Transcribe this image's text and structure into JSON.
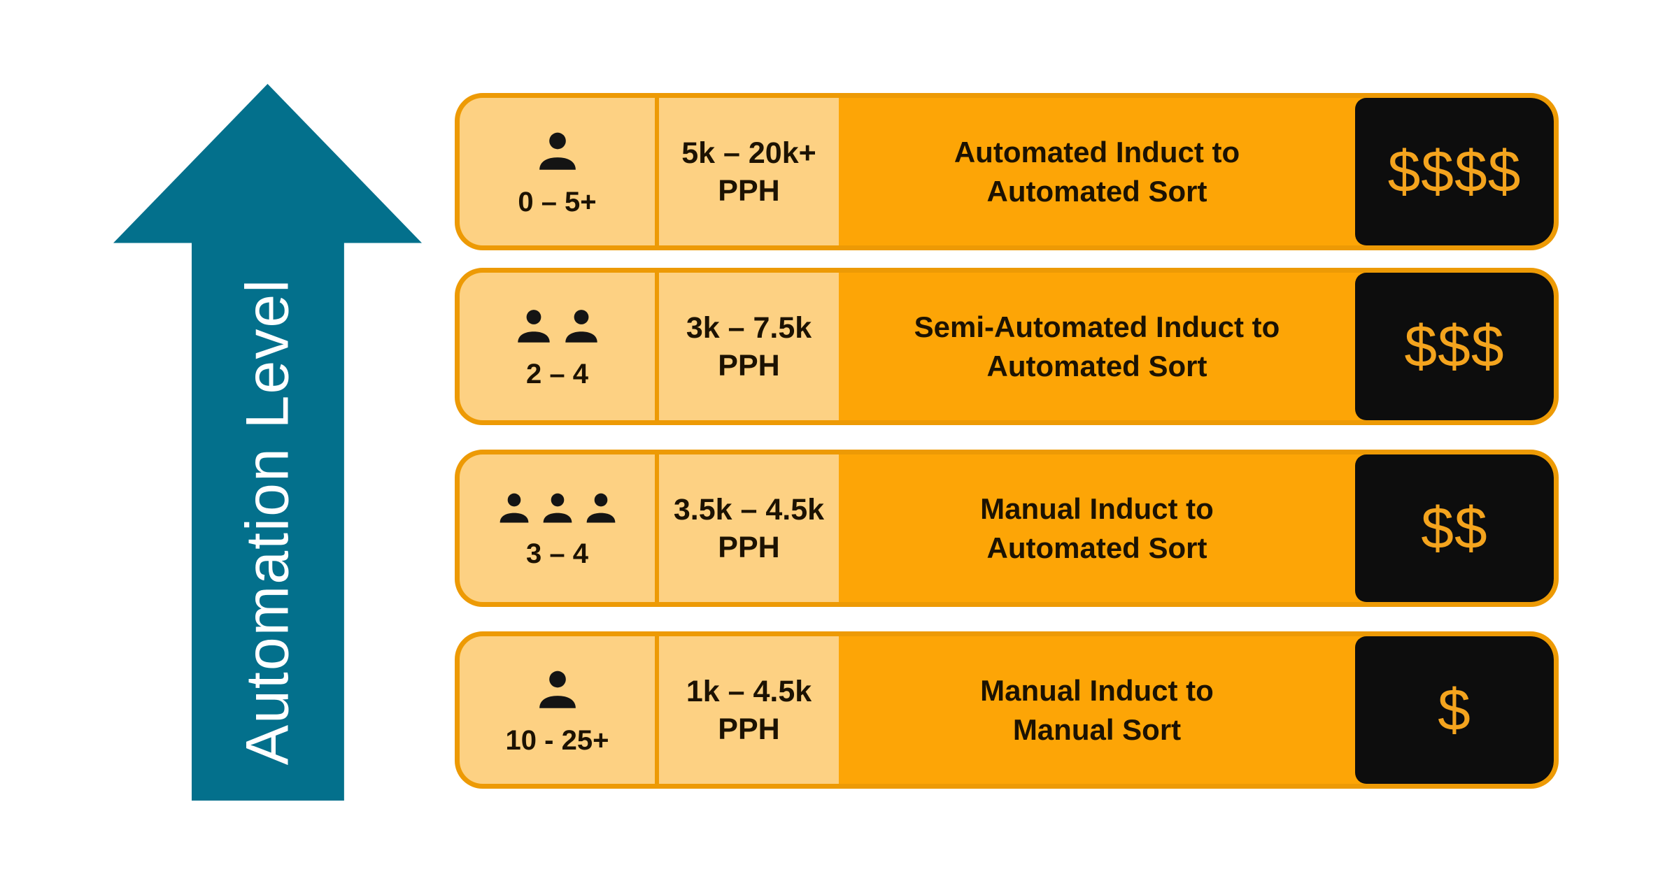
{
  "arrow": {
    "label": "Automation Level"
  },
  "rows": [
    {
      "people": 1,
      "staff_range": "0 – 5+",
      "throughput_range": "5k – 20k+",
      "throughput_unit": "PPH",
      "description_line1": "Automated Induct to",
      "description_line2": "Automated Sort",
      "cost": "$$$$"
    },
    {
      "people": 2,
      "staff_range": "2 – 4",
      "throughput_range": "3k – 7.5k",
      "throughput_unit": "PPH",
      "description_line1": "Semi-Automated Induct to",
      "description_line2": "Automated Sort",
      "cost": "$$$"
    },
    {
      "people": 3,
      "staff_range": "3 – 4",
      "throughput_range": "3.5k – 4.5k",
      "throughput_unit": "PPH",
      "description_line1": "Manual Induct to",
      "description_line2": "Automated Sort",
      "cost": "$$"
    },
    {
      "people": 1,
      "staff_range": "10 - 25+",
      "throughput_range": "1k – 4.5k",
      "throughput_unit": "PPH",
      "description_line1": "Manual Induct to",
      "description_line2": "Manual Sort",
      "cost": "$"
    }
  ],
  "colors": {
    "arrow_teal": "#03708C",
    "arrow_text": "#FFFFFF",
    "cell_light": "#FDD183",
    "cell_medium": "#FDA506",
    "row_border": "#ED9A05",
    "cost_bg": "#0D0D0D",
    "cost_text": "#F4A41E",
    "text_dark": "#1C1202"
  }
}
